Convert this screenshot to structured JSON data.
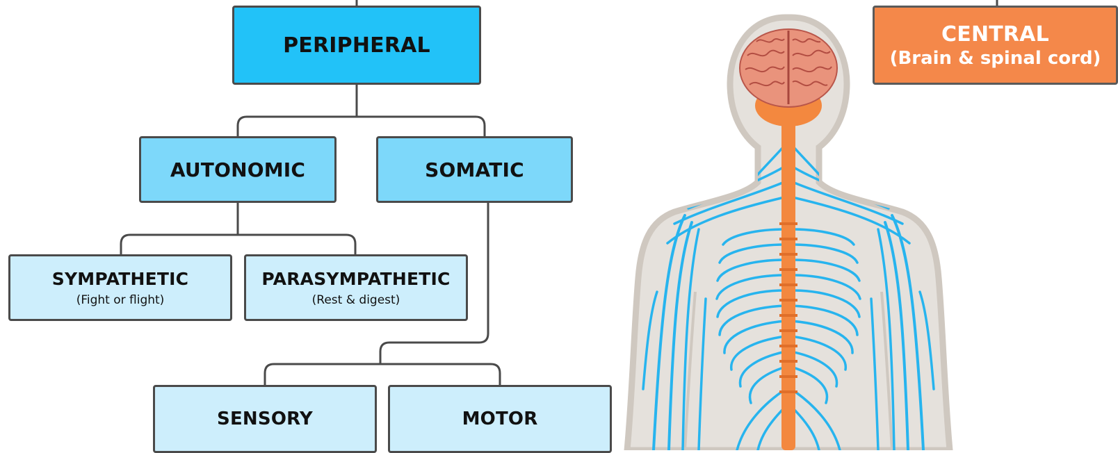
{
  "diagram": {
    "peripheral": {
      "title": "PERIPHERAL"
    },
    "autonomic": {
      "title": "AUTONOMIC"
    },
    "somatic": {
      "title": "SOMATIC"
    },
    "sympathetic": {
      "title": "SYMPATHETIC",
      "subtitle": "(Fight or flight)"
    },
    "parasympathetic": {
      "title": "PARASYMPATHETIC",
      "subtitle": "(Rest & digest)"
    },
    "sensory": {
      "title": "SENSORY"
    },
    "motor": {
      "title": "MOTOR"
    },
    "central": {
      "title": "CENTRAL",
      "subtitle": "(Brain & spinal cord)"
    }
  },
  "colors": {
    "peripheral_fill": "#22c2f8",
    "level2_fill": "#7dd8fa",
    "level3_fill": "#cdeefc",
    "central_fill": "#f4884a",
    "connector": "#4a4a4a",
    "body_fill": "#e5e1dc",
    "body_outline": "#cfc8c0",
    "nerve": "#27b4ee",
    "spinal_cord": "#f3883f",
    "brain": "#e9937c"
  },
  "illustration": {
    "icon": "human-nervous-system-figure"
  }
}
